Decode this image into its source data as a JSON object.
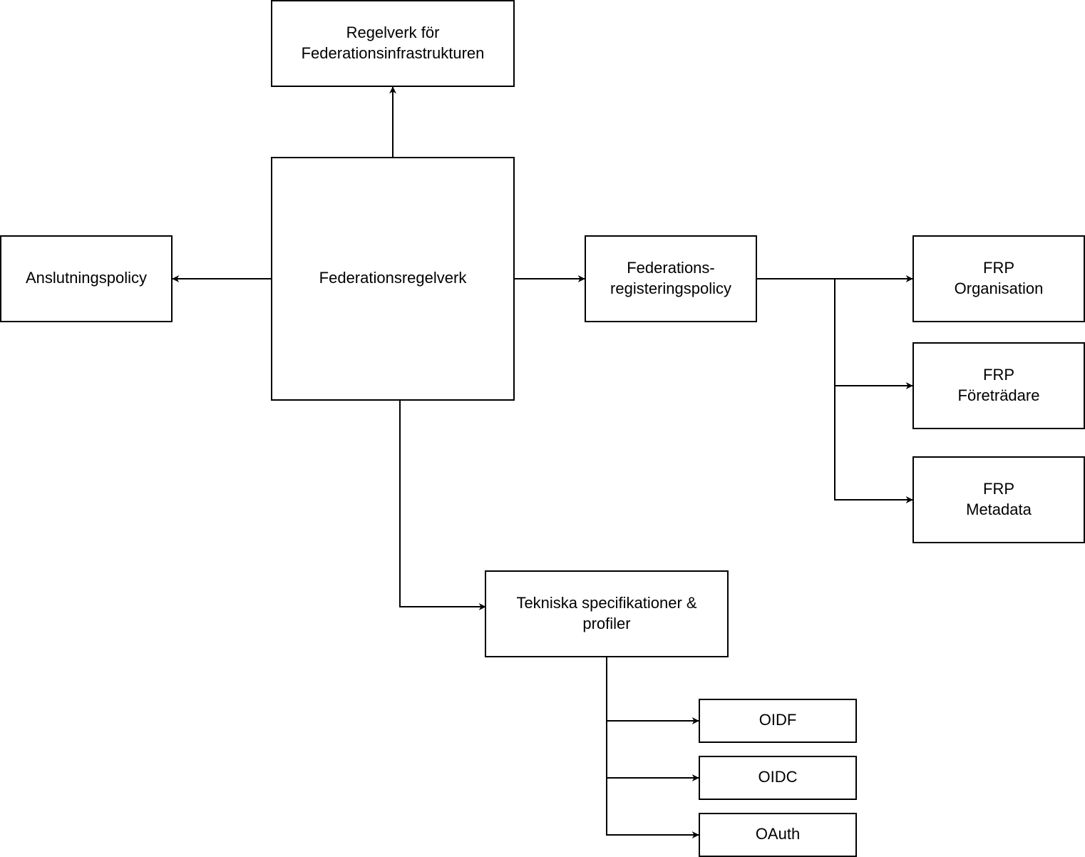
{
  "nodes": {
    "regelverk_infra": {
      "lines": [
        "Regelverk för",
        "Federationsinfrastrukturen"
      ]
    },
    "federationsregelverk": {
      "lines": [
        "Federationsregelverk"
      ]
    },
    "anslutningspolicy": {
      "lines": [
        "Anslutningspolicy"
      ]
    },
    "registreringspolicy": {
      "lines": [
        "Federations-",
        "registeringspolicy"
      ]
    },
    "frp_organisation": {
      "lines": [
        "FRP",
        "Organisation"
      ]
    },
    "frp_foretradare": {
      "lines": [
        "FRP",
        "Företrädare"
      ]
    },
    "frp_metadata": {
      "lines": [
        "FRP",
        "Metadata"
      ]
    },
    "tekniska": {
      "lines": [
        "Tekniska specifikationer &",
        "profiler"
      ]
    },
    "oidf": {
      "lines": [
        "OIDF"
      ]
    },
    "oidc": {
      "lines": [
        "OIDC"
      ]
    },
    "oauth": {
      "lines": [
        "OAuth"
      ]
    }
  },
  "edges": [
    {
      "from": "federationsregelverk",
      "to": "regelverk_infra"
    },
    {
      "from": "federationsregelverk",
      "to": "anslutningspolicy"
    },
    {
      "from": "federationsregelverk",
      "to": "registreringspolicy"
    },
    {
      "from": "federationsregelverk",
      "to": "tekniska"
    },
    {
      "from": "registreringspolicy",
      "to": "frp_organisation"
    },
    {
      "from": "registreringspolicy",
      "to": "frp_foretradare"
    },
    {
      "from": "registreringspolicy",
      "to": "frp_metadata"
    },
    {
      "from": "tekniska",
      "to": "oidf"
    },
    {
      "from": "tekniska",
      "to": "oidc"
    },
    {
      "from": "tekniska",
      "to": "oauth"
    }
  ],
  "colors": {
    "stroke": "#000000",
    "fill": "#ffffff",
    "text": "#000000"
  }
}
